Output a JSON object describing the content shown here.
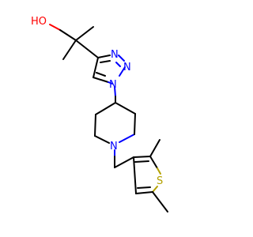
{
  "molecule": {
    "atoms": {
      "hydroxyl": "HO",
      "triazole_n1": "N",
      "triazole_n2": "N",
      "triazole_n3": "N",
      "piperidine_n": "N",
      "thiophene_s": "S"
    },
    "colors": {
      "carbon_bond": "#000000",
      "nitrogen": "#0000ff",
      "oxygen": "#ff0000",
      "sulfur": "#b3a100"
    }
  }
}
